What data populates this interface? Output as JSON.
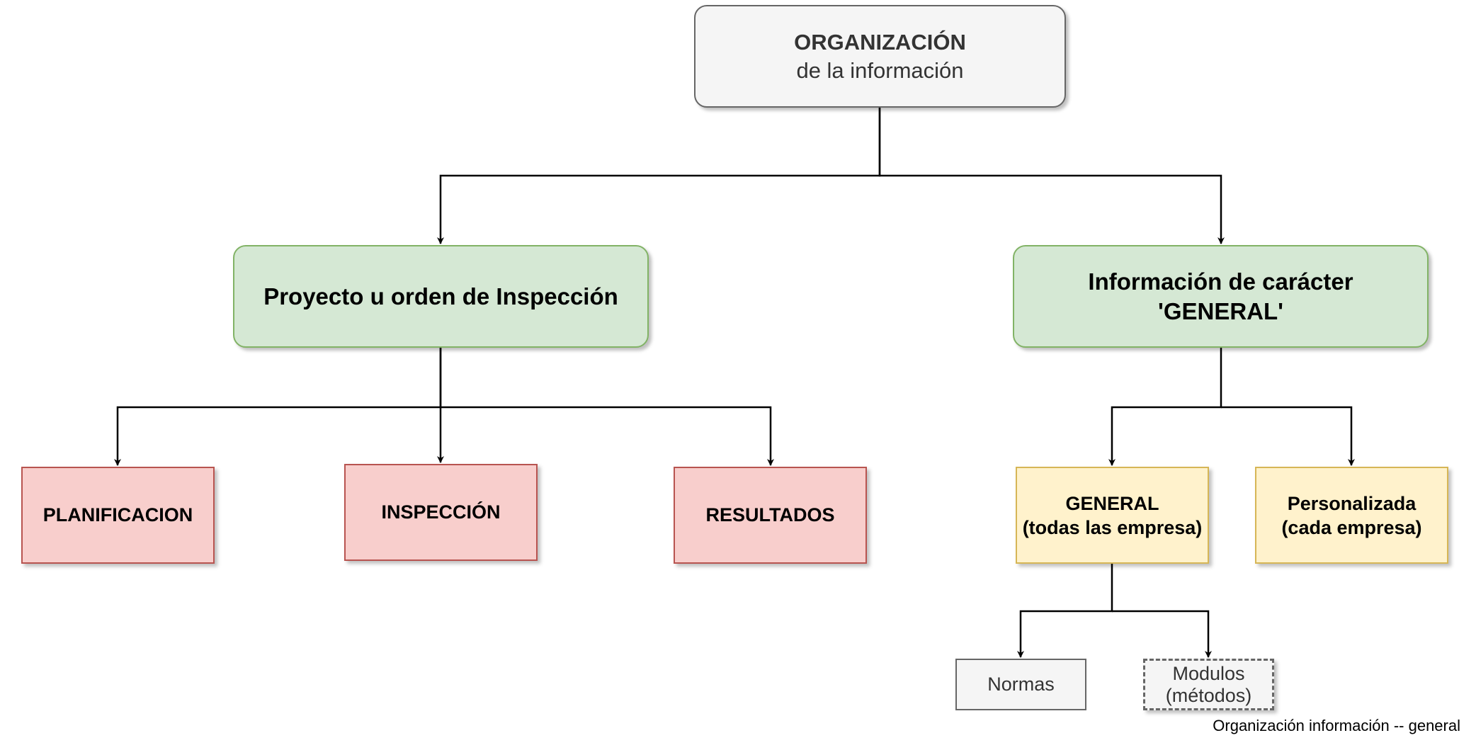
{
  "diagram": {
    "root": {
      "title": "ORGANIZACIÓN",
      "subtitle": "de la información"
    },
    "level1": [
      {
        "id": "proyecto",
        "lines": [
          "Proyecto u orden de Inspección"
        ]
      },
      {
        "id": "info-general",
        "lines": [
          "Información de carácter",
          "'GENERAL'"
        ]
      }
    ],
    "proyecto_children": [
      {
        "id": "planificacion",
        "label": "PLANIFICACION"
      },
      {
        "id": "inspeccion",
        "label": "INSPECCIÓN"
      },
      {
        "id": "resultados",
        "label": "RESULTADOS"
      }
    ],
    "general_children": [
      {
        "id": "general-todas",
        "lines": [
          "GENERAL",
          "(todas las empresa)"
        ]
      },
      {
        "id": "personalizada",
        "lines": [
          "Personalizada",
          "(cada  empresa)"
        ]
      }
    ],
    "general_todas_children": [
      {
        "id": "normas",
        "lines": [
          "Normas"
        ]
      },
      {
        "id": "modulos",
        "lines": [
          "Modulos",
          "(métodos)"
        ]
      }
    ],
    "caption": "Organización información -- general"
  },
  "colors": {
    "root_fill": "#f5f5f5",
    "root_stroke": "#666666",
    "green_fill": "#d5e8d4",
    "green_stroke": "#82b366",
    "red_fill": "#f8cecc",
    "red_stroke": "#b85450",
    "yellow_fill": "#fff2cc",
    "yellow_stroke": "#d6b656",
    "grey_fill": "#f5f5f5",
    "grey_stroke": "#666666",
    "connector": "#000000"
  }
}
